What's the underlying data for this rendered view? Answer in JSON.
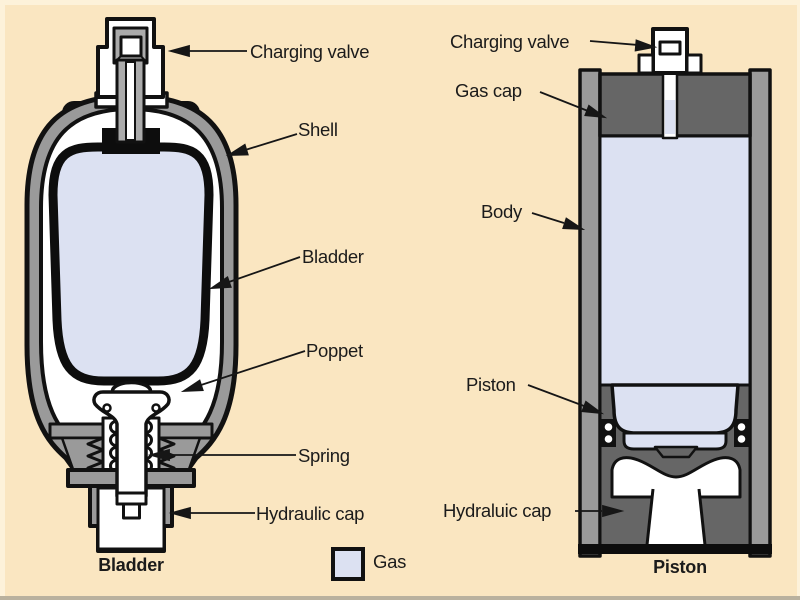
{
  "figure": {
    "legend": {
      "label": "Gas",
      "swatch_color": "#dce1f2"
    },
    "bladder": {
      "caption": "Bladder",
      "labels": {
        "charging_valve": "Charging valve",
        "shell": "Shell",
        "bladder": "Bladder",
        "poppet": "Poppet",
        "spring": "Spring",
        "hydraulic_cap": "Hydraulic cap"
      }
    },
    "piston": {
      "caption": "Piston",
      "labels": {
        "charging_valve": "Charging valve",
        "gas_cap": "Gas cap",
        "body": "Body",
        "piston": "Piston",
        "hydraulic_cap": "Hydraluic cap"
      }
    },
    "colors": {
      "background": "#fae6c1",
      "gas": "#dce1f2",
      "shell_gray": "#9a9a9a",
      "dark_gray": "#666666",
      "outline": "#111111"
    }
  }
}
